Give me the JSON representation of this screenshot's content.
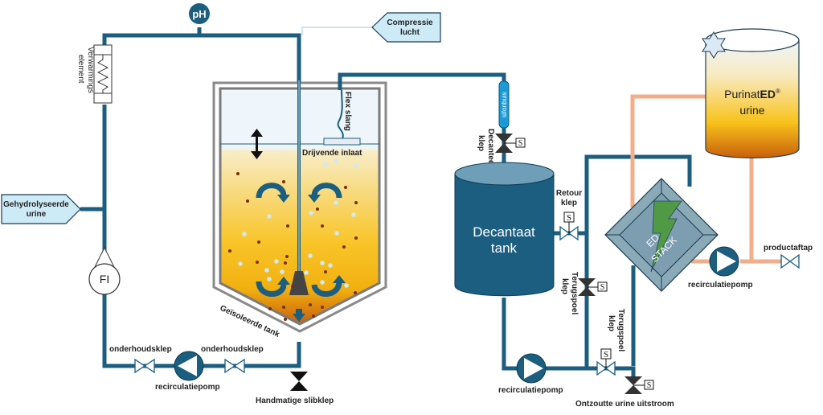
{
  "title": "PurinatED urine treatment process flow diagram",
  "colors": {
    "pipe": "#1b5e80",
    "product_pipe": "#f2ae8a",
    "inlet_box": "#cdeaf7",
    "tank_liquid_top": "#f6e6b0",
    "tank_liquid_mid": "#f9c21a",
    "tank_liquid_bottom": "#c8640a",
    "decant_tank": "#1b5e80",
    "ed_stack": "#8aaab8",
    "lightning": "#4c9a3a"
  },
  "instruments": {
    "ph": "pH",
    "flow_indicator": "FI"
  },
  "inlets": {
    "hydrolysed_urine": [
      "Gehydrolyseerde",
      "urine"
    ],
    "compressed_air": [
      "Compressie",
      "lucht"
    ]
  },
  "heating_element": [
    "Verwarmings",
    "element"
  ],
  "reactor_tank": {
    "label": "Geïsoleerde tank",
    "flex_hose": "Flex slang",
    "floating_inlet": "Drijvende inlaat"
  },
  "siphon_tube": "sifonbuis",
  "decant_valve": [
    "Decanteer",
    "klep"
  ],
  "decant_tank": [
    "Decantaat",
    "tank"
  ],
  "return_valve": [
    "Retour",
    "klep"
  ],
  "backflush_valve_1": [
    "Terugspoel",
    "klep"
  ],
  "backflush_valve_2": [
    "Terugspoel",
    "klep"
  ],
  "ed_stack": [
    "ED",
    "STACK"
  ],
  "product_tank": {
    "name_regular": "Purinat",
    "name_bold": "ED",
    "trademark": "®",
    "line2": "urine"
  },
  "labels": {
    "maintenance_valve_left": "onderhoudsklep",
    "maintenance_valve_right": "onderhoudsklep",
    "recirculation_pump_left": "recirculatiepomp",
    "manual_sludge_valve": "Handmatige slibklep",
    "recirculation_pump_mid": "recirculatiepomp",
    "desalted_outflow": "Ontzoutte urine uitstroom",
    "recirculation_pump_right": "recirculatiepomp",
    "product_tap": "productaftap"
  },
  "solenoid_symbol": "S"
}
